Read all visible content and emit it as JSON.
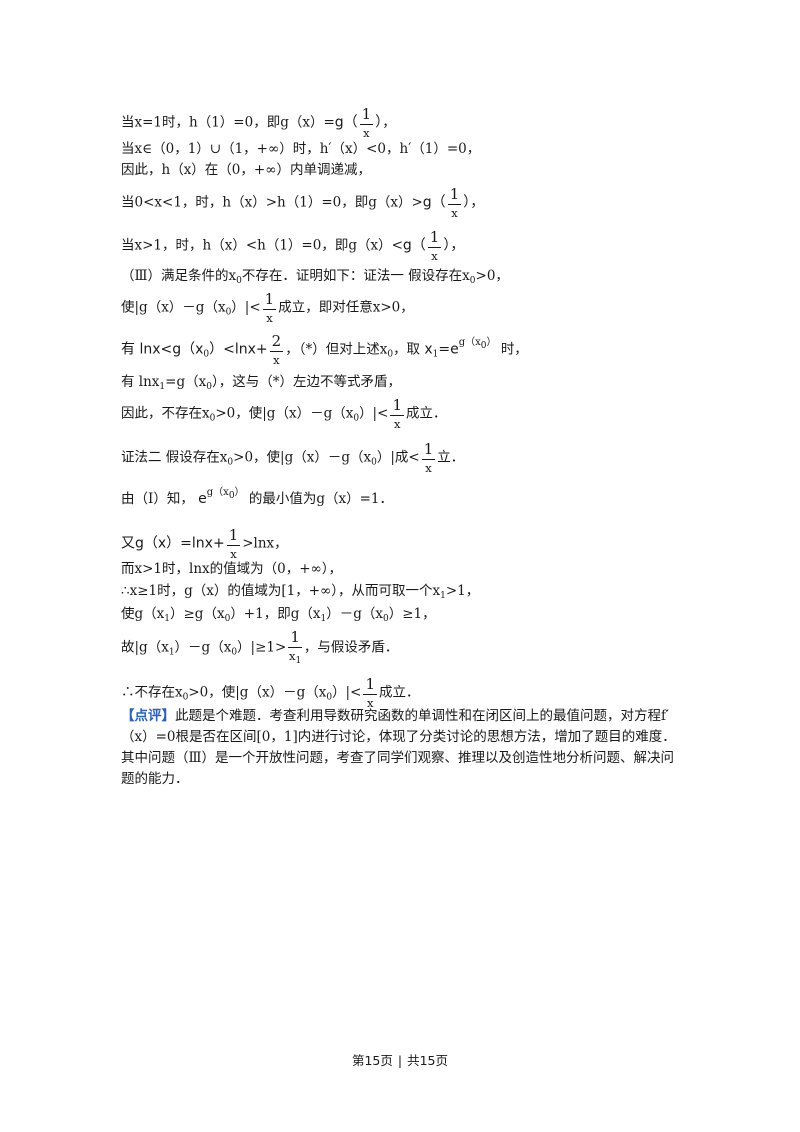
{
  "lines": {
    "l1a": "当x=1时，h（1）=0，即g（x）=",
    "l1b": "g（",
    "l1c": "）",
    "l1d": "，",
    "l2": "当x∈（0，1）∪（1，+∞）时，h′（x）<0，h′（1）=0，",
    "l3": "因此，h（x）在（0，+∞）内单调递减，",
    "l4a": "当0<x<1，时，h（x）>h（1）=0，即g（x）>",
    "l4b": "g（",
    "l4c": "），",
    "l5a": "当x>1，时，h（x）<h（1）=0，即g（x）<",
    "l5b": "g（",
    "l5c": "），",
    "l6a": "（Ⅲ）满足条件的x",
    "l6b": "不存在．证明如下：证法一 假设存在x",
    "l6c": ">0，",
    "l7a": "使|g（x）－g（x",
    "l7b": "）|<",
    "l7c": "成立，即对任意x>0，",
    "l8a": "有 lnx<g（x",
    "l8b": "）<lnx+",
    "l8c": "，（*）但对上述x",
    "l8d": "，取",
    "l8e": "x",
    "l8f": "=e",
    "l8g": "g（x",
    "l8h": "）",
    "l8i": "时，",
    "l9a": "有 lnx",
    "l9b": "=g（x",
    "l9c": "），这与（*）左边不等式矛盾，",
    "l10a": "因此，不存在x",
    "l10b": ">0，使|g（x）－g（x",
    "l10c": "）|<",
    "l10d": "成立．",
    "l11a": "证法二 假设存在x",
    "l11b": ">0，使|g（x）－g（x",
    "l11c": "）|成<",
    "l11d": "立．",
    "l12a": "由（Ⅰ）知，",
    "l12b": "e",
    "l12c": "g（x",
    "l12d": "）",
    "l12e": "的最小值为g（x）=1．",
    "l13a": "又g（x）=lnx+",
    "l13b": ">lnx，",
    "l14": "而x>1时，lnx的值域为（0，+∞），",
    "l15a": "∴x≥1时，g（x）的值域为[1，+∞），从而可取一个x",
    "l15b": ">1，",
    "l16a": "使g（x",
    "l16b": "）≥g（x",
    "l16c": "）+1，即g（x",
    "l16d": "）－g（x",
    "l16e": "）≥1，",
    "l17a": "故|g（x",
    "l17b": "）－g（x",
    "l17c": "）|≥1>",
    "l17d": "，与假设矛盾．",
    "l18a": "∴不存在x",
    "l18b": ">0，使|g（x）－g（x",
    "l18c": "）|<",
    "l18d": "成立．"
  },
  "subs": {
    "zero": "0",
    "one": "1"
  },
  "fractions": {
    "one_over_x": {
      "num": "1",
      "den": "x"
    },
    "two_over_x": {
      "num": "2",
      "den": "x"
    },
    "one_over_x1": {
      "num": "1",
      "den": "x"
    }
  },
  "comment": {
    "tag": "【点评】",
    "text": "此题是个难题．考查利用导数研究函数的单调性和在闭区间上的最值问题，对方程f′（x）=0根是否在区间[0，1]内进行讨论，体现了分类讨论的思想方法，增加了题目的难度．其中问题（Ⅲ）是一个开放性问题，考查了同学们观察、推理以及创造性地分析问题、解决问题的能力．"
  },
  "footer": {
    "page": "第15页",
    "sep": "|",
    "total": "共15页"
  }
}
